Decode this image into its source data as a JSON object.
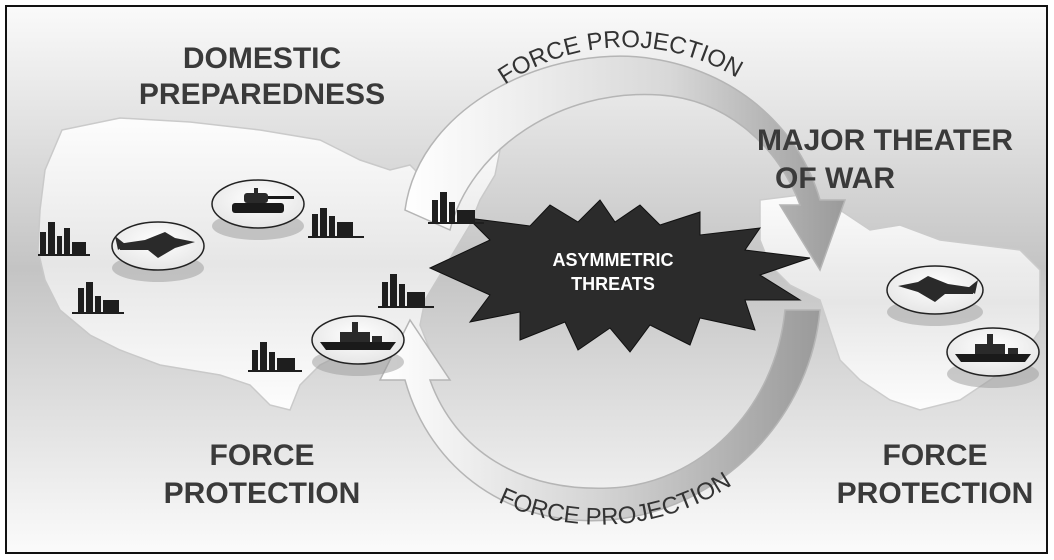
{
  "labels": {
    "domestic_preparedness_line1": "DOMESTIC",
    "domestic_preparedness_line2": "PREPAREDNESS",
    "major_theater_line1": "MAJOR THEATER",
    "major_theater_line2": "OF WAR",
    "force_protection_left_line1": "FORCE",
    "force_protection_left_line2": "PROTECTION",
    "force_protection_right_line1": "FORCE",
    "force_protection_right_line2": "PROTECTION",
    "asymmetric_line1": "ASYMMETRIC",
    "asymmetric_line2": "THREATS",
    "force_projection_top": "FORCE PROJECTION",
    "force_projection_bottom": "FORCE PROJECTION"
  },
  "icons": [
    "tank-icon",
    "fighter-jet-icon",
    "warship-icon",
    "city-skyline-icon",
    "us-map-icon",
    "theater-map-icon",
    "starburst-icon"
  ],
  "colors": {
    "background_light": "#ffffff",
    "background_mid": "#cfcfcf",
    "burst": "#2a2a2a",
    "arrow": "#bdbdbd",
    "text": "#3a3a3a"
  }
}
